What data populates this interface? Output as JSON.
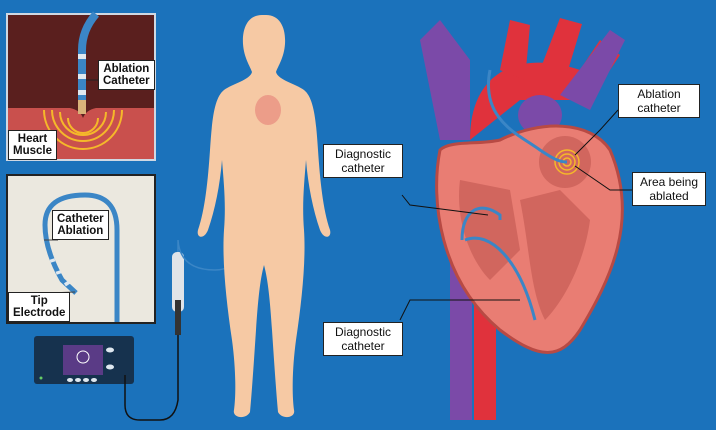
{
  "inset_top": {
    "catheter_label": [
      "Ablation",
      "Catheter"
    ],
    "muscle_label": [
      "Heart",
      "Muscle"
    ]
  },
  "inset_bottom": {
    "catheter_label": [
      "Catheter",
      "Ablation"
    ],
    "tip_label": [
      "Tip",
      "Electrode"
    ]
  },
  "heart_labels": {
    "ablation_catheter": [
      "Ablation",
      "catheter"
    ],
    "area_ablated": [
      "Area being",
      "ablated"
    ],
    "diagnostic_upper": [
      "Diagnostic",
      "catheter"
    ],
    "diagnostic_lower": [
      "Diagnostic",
      "catheter"
    ]
  },
  "colors": {
    "background": "#1b72bb",
    "skin": "#f6c9a4",
    "catheter": "#3b86c6",
    "heart": "#e97d73",
    "artery": "#e0323c",
    "vein": "#7b4aa8"
  }
}
